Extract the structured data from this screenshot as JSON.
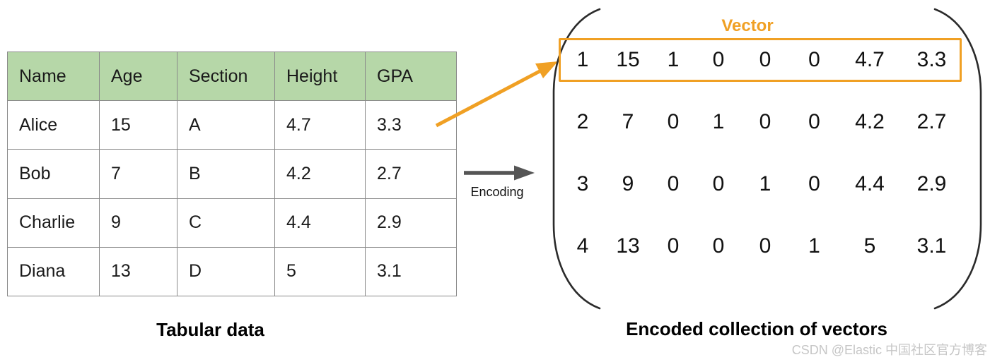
{
  "left_panel": {
    "caption": "Tabular data",
    "table": {
      "headers": [
        "Name",
        "Age",
        "Section",
        "Height",
        "GPA"
      ],
      "rows": [
        [
          "Alice",
          "15",
          "A",
          "4.7",
          "3.3"
        ],
        [
          "Bob",
          "7",
          "B",
          "4.2",
          "2.7"
        ],
        [
          "Charlie",
          "9",
          "C",
          "4.4",
          "2.9"
        ],
        [
          "Diana",
          "13",
          "D",
          "5",
          "3.1"
        ]
      ]
    }
  },
  "encoding": {
    "label": "Encoding"
  },
  "right_panel": {
    "caption": "Encoded collection of vectors",
    "vector_label": "Vector",
    "matrix": [
      [
        "1",
        "15",
        "1",
        "0",
        "0",
        "0",
        "4.7",
        "3.3"
      ],
      [
        "2",
        "7",
        "0",
        "1",
        "0",
        "0",
        "4.2",
        "2.7"
      ],
      [
        "3",
        "9",
        "0",
        "0",
        "1",
        "0",
        "4.4",
        "2.9"
      ],
      [
        "4",
        "13",
        "0",
        "0",
        "0",
        "1",
        "5",
        "3.1"
      ]
    ]
  },
  "watermark": "CSDN @Elastic 中国社区官方博客",
  "colors": {
    "header_green": "#b6d7a8",
    "accent_orange": "#f0a024",
    "arrow_gray": "#555555",
    "table_border": "#8a8a8a",
    "watermark_gray": "#c6c6c6"
  }
}
